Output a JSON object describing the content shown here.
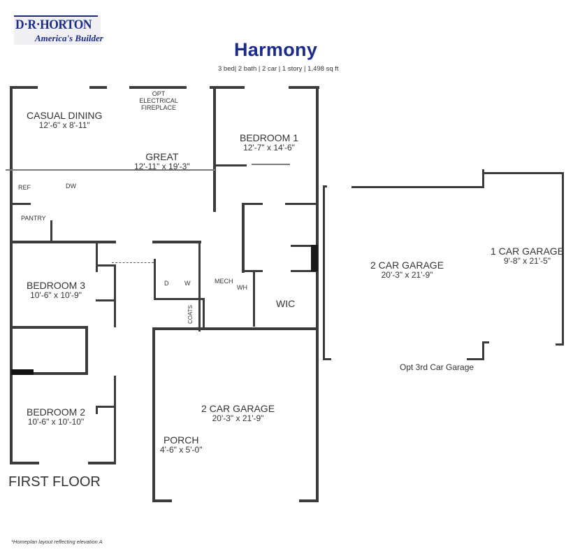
{
  "brand": {
    "name": "D·R·HORTON",
    "tagline": "America's Builder",
    "color": "#1a2b8c"
  },
  "plan": {
    "title": "Harmony",
    "specs": "3 bed| 2 bath | 2 car | 1 story | 1,498 sq ft",
    "floor_label": "FIRST FLOOR",
    "footnote": "*Homeplan layout reflecting elevation A"
  },
  "rooms": {
    "casual_dining": {
      "name": "CASUAL DINING",
      "dims": "12'-6\" x 8'-11\""
    },
    "great": {
      "name": "GREAT",
      "dims": "12'-11\" x 19'-3\""
    },
    "bedroom1": {
      "name": "BEDROOM 1",
      "dims": "12'-7\" x 14'-6\""
    },
    "bedroom2": {
      "name": "BEDROOM 2",
      "dims": "10'-6\" x 10'-10\""
    },
    "bedroom3": {
      "name": "BEDROOM 3",
      "dims": "10'-6\" x 10'-9\""
    },
    "garage_main": {
      "name": "2 CAR GARAGE",
      "dims": "20'-3\" x 21'-9\""
    },
    "porch": {
      "name": "PORCH",
      "dims": "4'-6\" x 5'-0\""
    },
    "opt_garage_2car": {
      "name": "2 CAR GARAGE",
      "dims": "20'-3\" x 21'-9\""
    },
    "opt_garage_1car": {
      "name": "1 CAR GARAGE",
      "dims": "9'-8\" x 21'-5\""
    },
    "opt_garage_label": "Opt 3rd Car Garage",
    "wic": "WIC"
  },
  "labels": {
    "fireplace": "OPT ELECTRICAL FIREPLACE",
    "ref": "REF",
    "dw": "DW",
    "pantry": "PANTRY",
    "d": "D",
    "w": "W",
    "mech": "MECH",
    "wh": "WH",
    "coats": "COATS"
  }
}
